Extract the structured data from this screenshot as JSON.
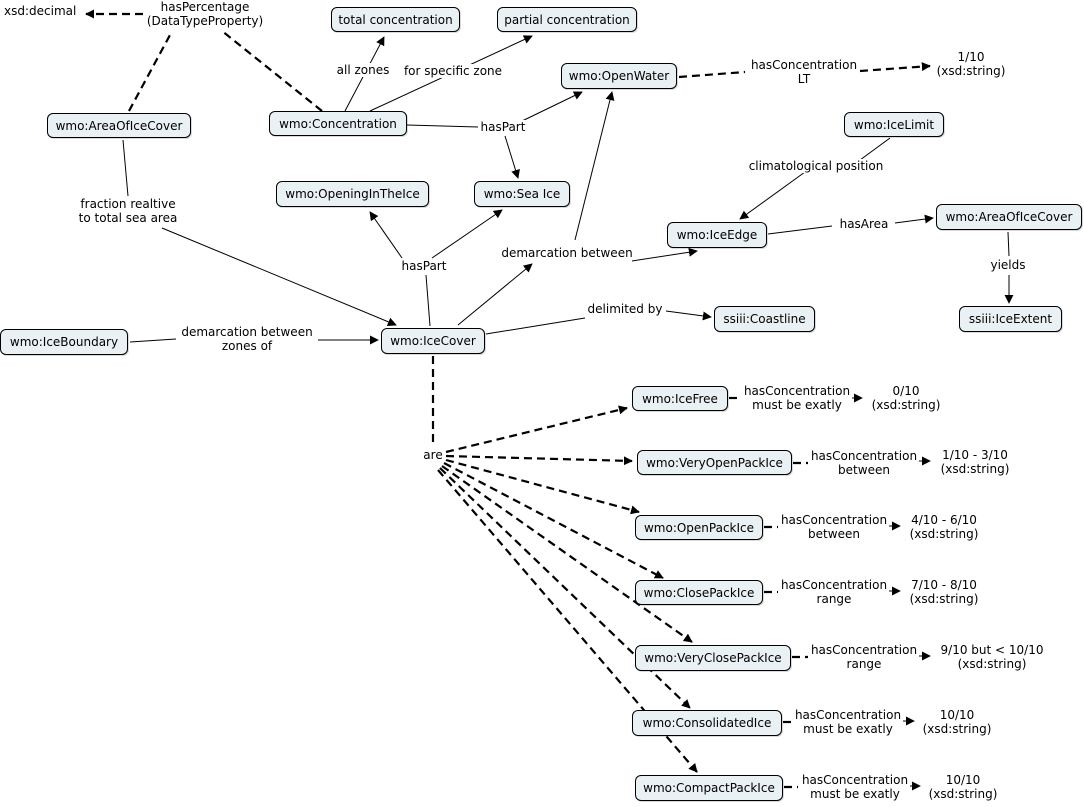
{
  "nodes": {
    "xsd_decimal": "xsd:decimal",
    "total_concentration": "total concentration",
    "partial_concentration": "partial concentration",
    "area_of_ice_cover_left": "wmo:AreaOfIceCover",
    "concentration": "wmo:Concentration",
    "open_water": "wmo:OpenWater",
    "ice_limit": "wmo:IceLimit",
    "opening_in_the_ice": "wmo:OpeningInTheIce",
    "sea_ice": "wmo:Sea Ice",
    "ice_edge": "wmo:IceEdge",
    "area_of_ice_cover_right": "wmo:AreaOfIceCover",
    "ice_boundary": "wmo:IceBoundary",
    "ice_cover": "wmo:IceCover",
    "coastline": "ssiii:Coastline",
    "ice_extent": "ssiii:IceExtent",
    "ice_free": "wmo:IceFree",
    "very_open_pack_ice": "wmo:VeryOpenPackIce",
    "open_pack_ice": "wmo:OpenPackIce",
    "close_pack_ice": "wmo:ClosePackIce",
    "very_close_pack_ice": "wmo:VeryClosePackIce",
    "consolidated_ice": "wmo:ConsolidatedIce",
    "compact_pack_ice": "wmo:CompactPackIce"
  },
  "edge_labels": {
    "has_percentage": "hasPercentage\n(DataTypeProperty)",
    "all_zones": "all zones",
    "for_specific_zone": "for specific zone",
    "has_concentration_lt": "hasConcentration\nLT",
    "has_part_top": "hasPart",
    "climatological_position": "climatological position",
    "fraction_relative": "fraction realtive\nto total sea area",
    "has_part_mid": "hasPart",
    "demarcation_between": "demarcation between",
    "has_area": "hasArea",
    "yields": "yields",
    "delimited_by": "delimited by",
    "demarcation_between_zones": "demarcation between\nzones of",
    "are": "are",
    "conc_ice_free": "hasConcentration\nmust be exatly",
    "conc_very_open": "hasConcentration\nbetween",
    "conc_open": "hasConcentration\nbetween",
    "conc_close": "hasConcentration\nrange",
    "conc_very_close": "hasConcentration\nrange",
    "conc_consolidated": "hasConcentration\nmust be exatly",
    "conc_compact": "hasConcentration\nmust be exatly"
  },
  "values": {
    "open_water_value": "1/10\n(xsd:string)",
    "ice_free_value": "0/10\n(xsd:string)",
    "very_open_value": "1/10 - 3/10\n(xsd:string)",
    "open_value": "4/10 - 6/10\n(xsd:string)",
    "close_value": "7/10 - 8/10\n(xsd:string)",
    "very_close_value": "9/10 but < 10/10\n(xsd:string)",
    "consolidated_value": "10/10\n(xsd:string)",
    "compact_value": "10/10\n(xsd:string)"
  }
}
